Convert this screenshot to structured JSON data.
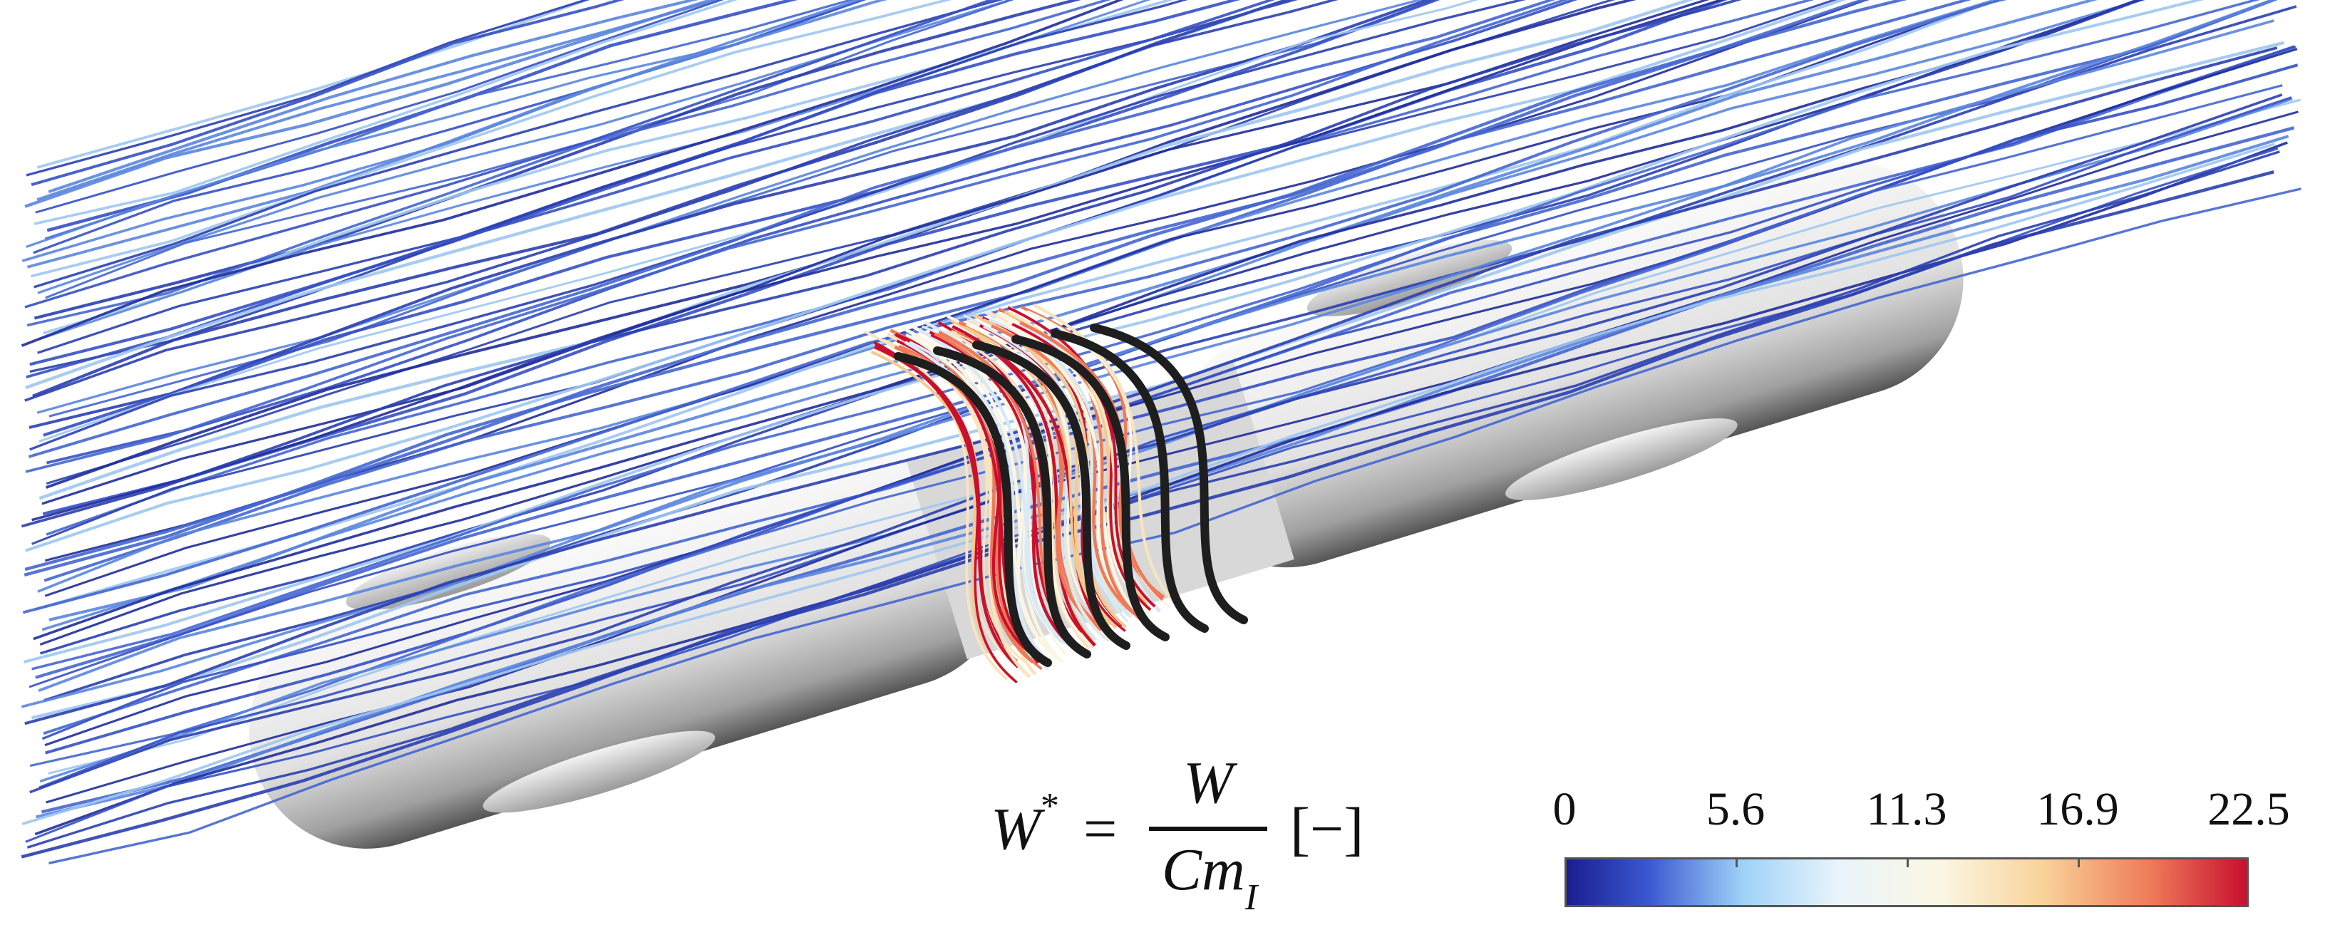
{
  "figure": {
    "formula": {
      "lhs": "W",
      "lhs_sup": "*",
      "equals": "=",
      "numerator": "W",
      "denominator": "Cm",
      "denominator_sub": "I",
      "unit": "[−]"
    },
    "colorbar": {
      "ticks": [
        "0",
        "5.6",
        "11.3",
        "16.9",
        "22.5"
      ],
      "values": [
        0,
        5.6,
        11.3,
        16.9,
        22.5
      ],
      "min": 0,
      "max": 22.5,
      "colors": [
        "#1a1d8f",
        "#3a58d0",
        "#9fd2f8",
        "#e9f4fb",
        "#fbf6e3",
        "#f9d39a",
        "#ee7a58",
        "#c8102e"
      ]
    },
    "colors": {
      "streamline_low": "#2a3fb0",
      "streamline_mid": "#9fc6f0",
      "streamline_high": "#c8102e",
      "body_surface": "#e6e6e6",
      "body_shadow": "#6a6a6a",
      "rotor_blade": "#1e1e1e"
    }
  }
}
